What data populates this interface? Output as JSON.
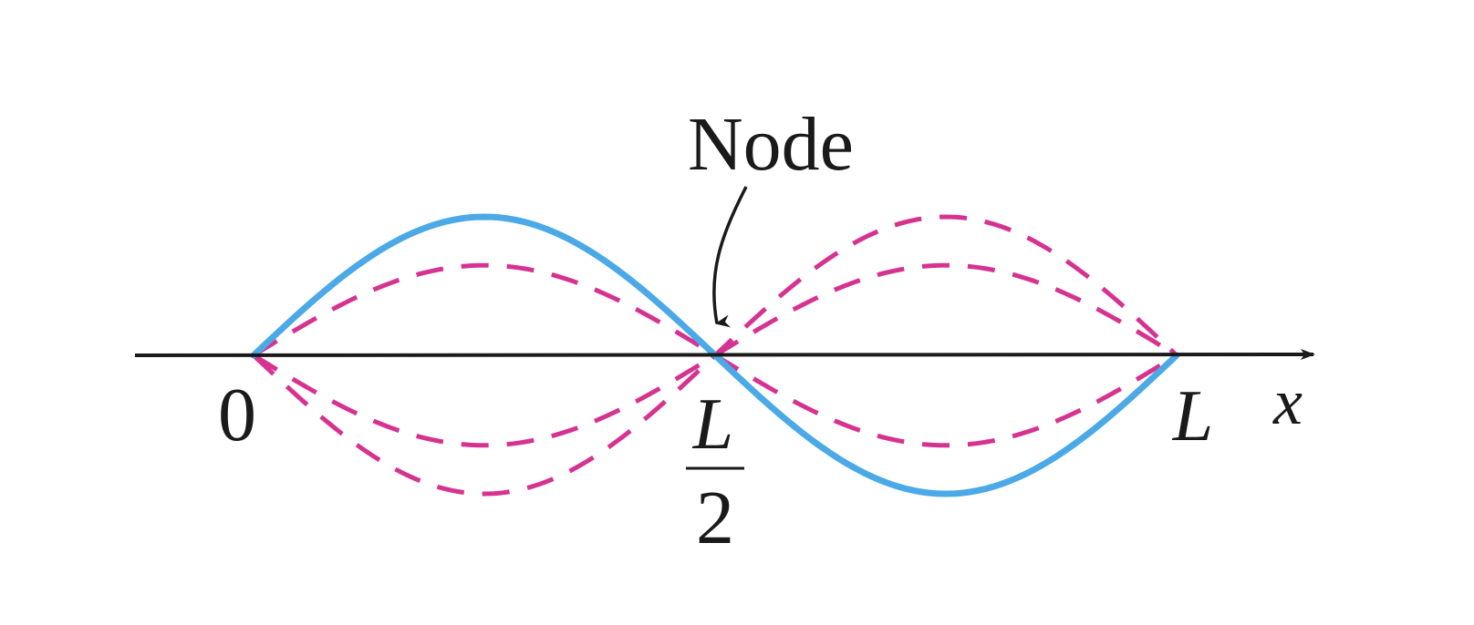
{
  "labels": {
    "node": "Node",
    "origin": "0",
    "half_numerator": "L",
    "half_denominator": "2",
    "end": "L",
    "axis": "x"
  },
  "colors": {
    "solid_wave": "#4aa9e6",
    "dashed_wave": "#d63391",
    "axis": "#1a1a1a",
    "text": "#1a1a1a"
  },
  "standing_wave": {
    "mode": 2,
    "solid_amplitude": 1.0,
    "dashed_amplitudes": [
      0.65,
      -0.65,
      -1.0
    ]
  }
}
